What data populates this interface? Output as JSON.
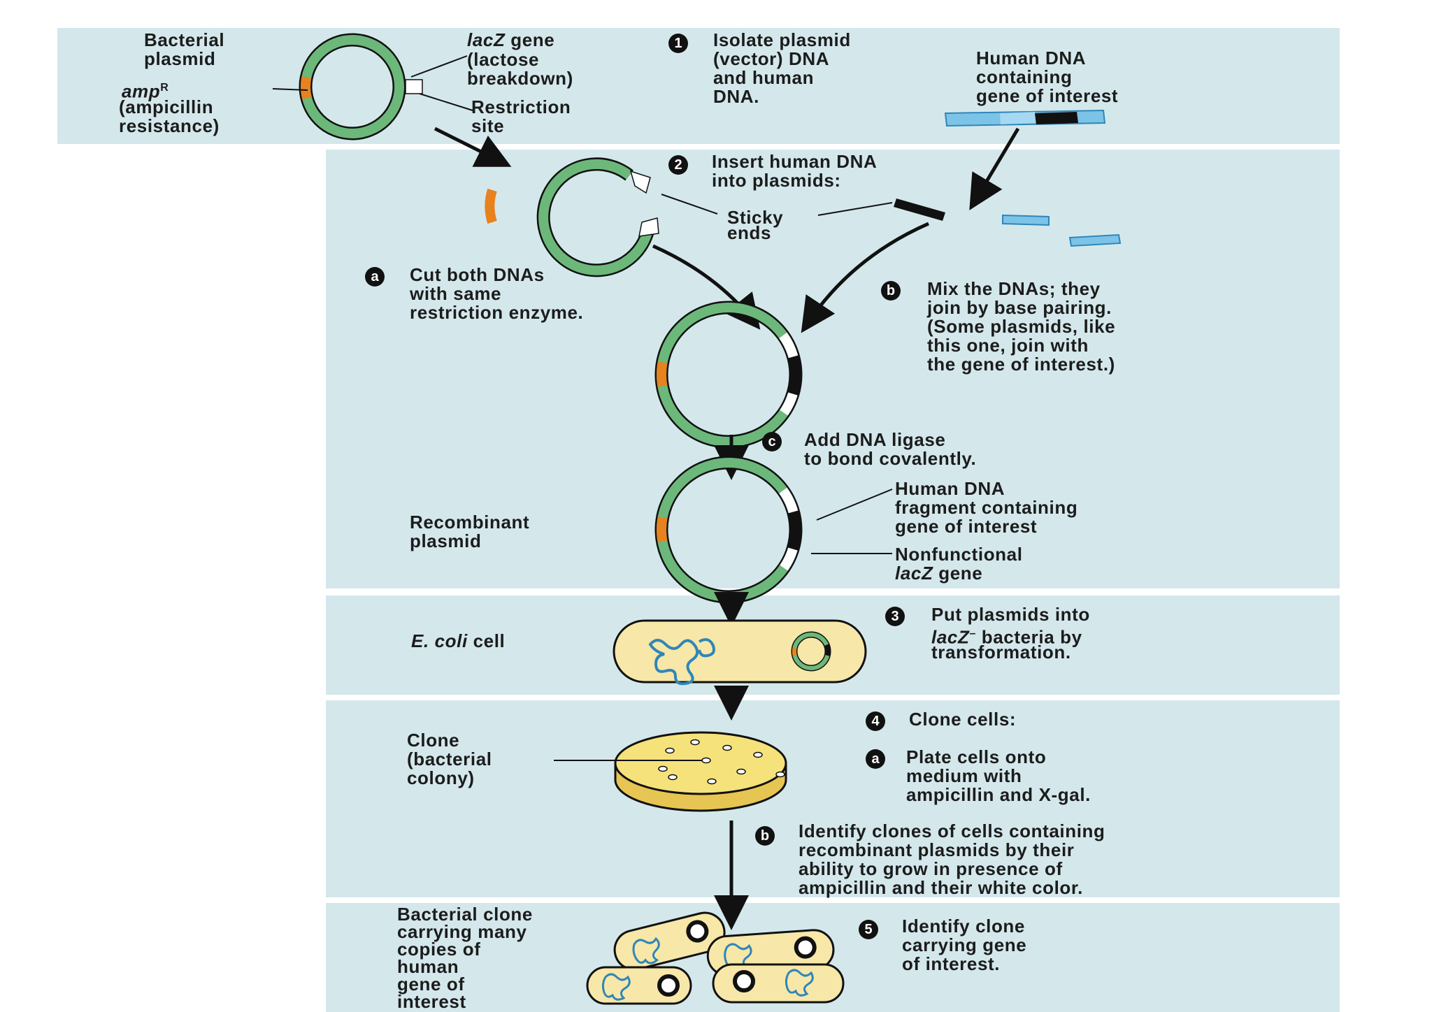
{
  "colors": {
    "panel_bg": "#d4e8ec",
    "plasmid_green": "#6cb87a",
    "amp_orange": "#e8821e",
    "human_dna_blue": "#7cc3e8",
    "gene_black": "#111111",
    "cell_yellow": "#f7e7a8",
    "plate_yellow": "#f5e27a"
  },
  "top": {
    "bacterial_plasmid": "Bacterial\nplasmid",
    "ampr_label": "amp",
    "ampr_sup": "R",
    "ampicillin_resistance": "(ampicillin\nresistance)",
    "lacz_gene_name": "lacZ",
    "lacz_gene_rest": " gene",
    "lactose_breakdown": "(lactose\nbreakdown)",
    "restriction_site": "Restriction\nsite",
    "human_dna": "Human DNA\ncontaining\ngene of interest"
  },
  "steps": {
    "s1_num": "1",
    "s1_text": "Isolate plasmid\n(vector) DNA\nand human\nDNA.",
    "s2_num": "2",
    "s2_text": "Insert human DNA\ninto plasmids:",
    "sticky_ends": "Sticky\nends",
    "sa_num": "a",
    "sa_text": "Cut both DNAs\nwith same\nrestriction enzyme.",
    "sb_num": "b",
    "sb_text": "Mix the DNAs; they\njoin by base pairing.\n(Some plasmids, like\nthis one, join with\nthe gene of interest.)",
    "sc_num": "c",
    "sc_text": "Add DNA ligase\nto bond covalently.",
    "recombinant_plasmid": "Recombinant\nplasmid",
    "human_fragment": "Human DNA\nfragment containing\ngene of interest",
    "nonfunctional": "Nonfunctional",
    "nonfunctional_lacz": "lacZ",
    "nonfunctional_gene": " gene",
    "s3_num": "3",
    "s3_line1": "Put plasmids into",
    "s3_lacz": "lacZ",
    "s3_sup": "–",
    "s3_line2_rest": " bacteria by",
    "s3_line3": "transformation.",
    "ecoli_italic": "E. coli",
    "ecoli_rest": " cell",
    "s4_num": "4",
    "s4_text": "Clone cells:",
    "s4a_num": "a",
    "s4a_text": "Plate cells onto\nmedium with\nampicillin and X-gal.",
    "clone_label": "Clone\n(bacterial\ncolony)",
    "s4b_num": "b",
    "s4b_text": "Identify clones of cells containing\nrecombinant plasmids by their\nability to grow in presence of\nampicillin and their white color.",
    "s5_num": "5",
    "s5_text": "Identify clone\ncarrying gene\nof interest.",
    "bacterial_clone": "Bacterial clone\ncarrying many\ncopies of\nhuman\ngene of\ninterest"
  }
}
